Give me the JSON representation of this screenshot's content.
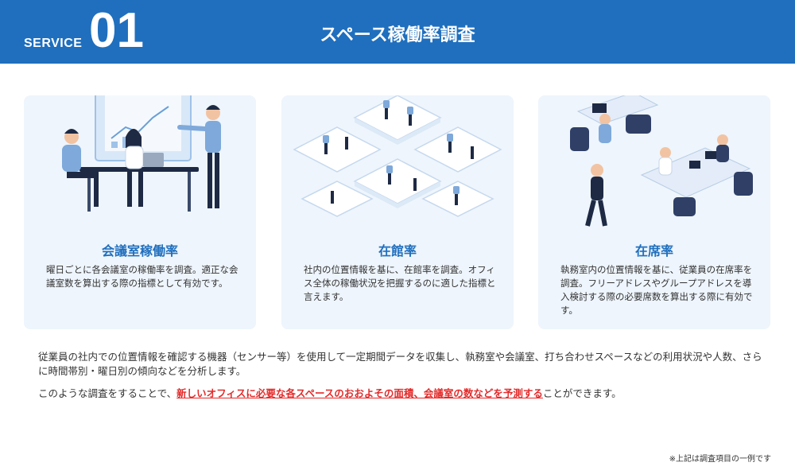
{
  "header": {
    "service_label": "SERVICE",
    "service_number": "01",
    "title": "スペース稼働率調査"
  },
  "cards": [
    {
      "title": "会議室稼働率",
      "description": "曜日ごとに各会議室の稼働率を調査。適正な会議室数を算出する際の指標として有効です。",
      "illustration": "meeting-room-presentation-illustration"
    },
    {
      "title": "在館率",
      "description": "社内の位置情報を基に、在館率を調査。オフィス全体の稼働状況を把握するのに適した指標と言えます。",
      "illustration": "isometric-office-floor-illustration"
    },
    {
      "title": "在席率",
      "description": "執務室内の位置情報を基に、従業員の在席率を調査。フリーアドレスやグループアドレスを導入検討する際の必要席数を算出する際に有効です。",
      "illustration": "office-desks-workers-illustration"
    }
  ],
  "body": {
    "paragraph1": "従業員の社内での位置情報を確認する機器（センサー等）を使用して一定期間データを収集し、執務室や会議室、打ち合わせスペースなどの利用状況や人数、さらに時間帯別・曜日別の傾向などを分析します。",
    "paragraph2_before": "このような調査をすることで、",
    "paragraph2_highlight": "新しいオフィスに必要な各スペースのおおよその面積、会議室の数などを予測する",
    "paragraph2_after": "ことができます。"
  },
  "footnote": "※上記は調査項目の一例です",
  "colors": {
    "header_blue": "#1f6fbe",
    "card_bg": "#eef5fc",
    "highlight_red": "#e32b2b"
  }
}
